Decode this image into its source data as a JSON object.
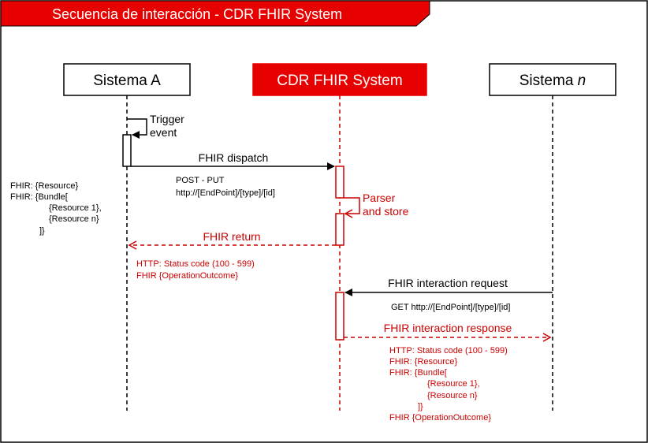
{
  "title": "Secuencia de interacción - CDR FHIR System",
  "colors": {
    "accent": "#cc0000",
    "title_bar": "#e60000",
    "black": "#000000",
    "white": "#ffffff"
  },
  "participants": {
    "a": "Sistema A",
    "cdr": "CDR FHIR System",
    "n_prefix": "Sistema ",
    "n_var": "n"
  },
  "notes": {
    "trigger": [
      "Trigger",
      "event"
    ],
    "parser": [
      "Parser",
      "and store"
    ],
    "left_payload": [
      "FHIR: {Resource}",
      "FHIR: {Bundle[",
      "{Resource 1},",
      "{Resource n}",
      "]}"
    ]
  },
  "messages": {
    "dispatch": {
      "label": "FHIR dispatch",
      "details": [
        "POST - PUT",
        "http://[EndPoint]/[type]/[id]"
      ]
    },
    "fhir_return": {
      "label": "FHIR return",
      "details": [
        "HTTP: Status code (100 - 599)",
        "FHIR {OperationOutcome}"
      ]
    },
    "interaction_request": {
      "label": "FHIR interaction request",
      "details": [
        "GET http://[EndPoint]/[type]/[id]"
      ]
    },
    "interaction_response": {
      "label": "FHIR interaction response",
      "details": [
        "HTTP: Status code (100 - 599)",
        "FHIR: {Resource}",
        "FHIR: {Bundle[",
        "{Resource 1},",
        "{Resource n}",
        "]}",
        "FHIR {OperationOutcome}"
      ]
    }
  }
}
